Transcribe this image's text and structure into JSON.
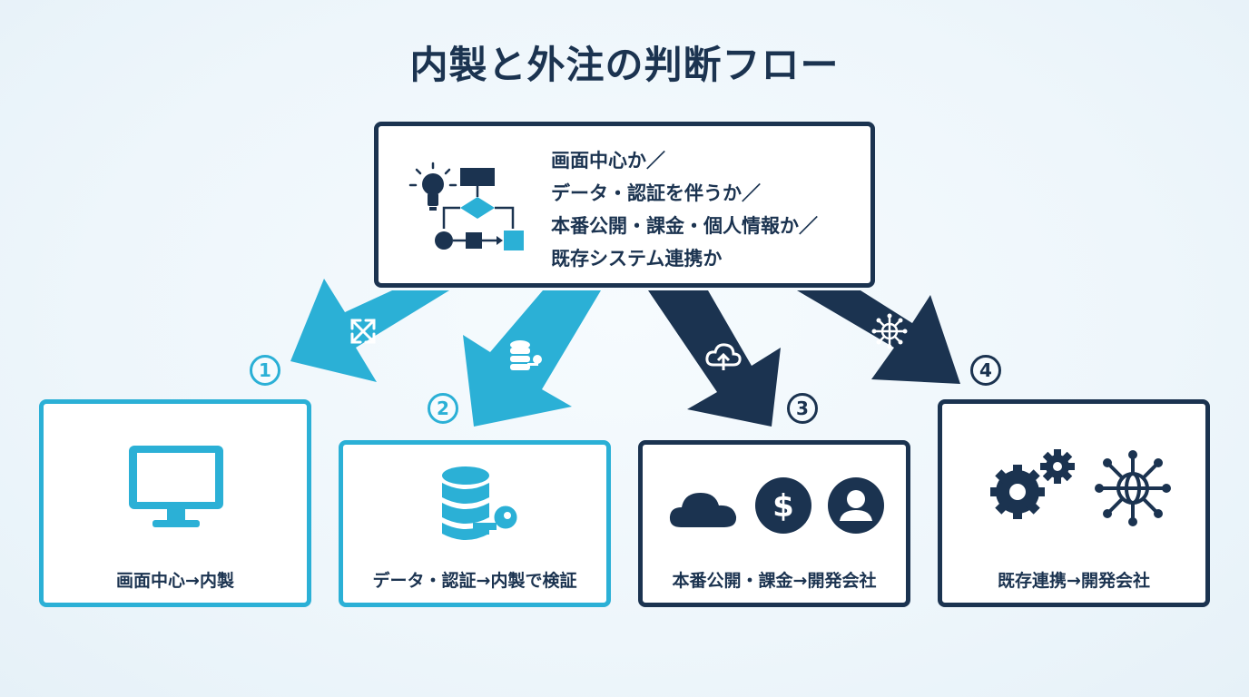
{
  "title": "内製と外注の判断フロー",
  "question": {
    "lines": [
      "画面中心か／",
      "データ・認証を伴うか／",
      "本番公開・課金・個人情報か／",
      "既存システム連携か"
    ],
    "icon": "lightbulb-flowchart-icon"
  },
  "branches": [
    {
      "number": "1",
      "label": "画面中心→内製",
      "icon": "monitor-icon",
      "arrow_icon": "expand-arrows-icon",
      "color": "#2bb0d6"
    },
    {
      "number": "2",
      "label": "データ・認証→内製で検証",
      "icon": "database-key-icon",
      "arrow_icon": "database-key-icon",
      "color": "#2bb0d6"
    },
    {
      "number": "3",
      "label": "本番公開・課金→開発会社",
      "icon": "cloud-dollar-user-icon",
      "arrow_icon": "cloud-upload-icon",
      "color": "#1b3350"
    },
    {
      "number": "4",
      "label": "既存連携→開発会社",
      "icon": "gears-network-icon",
      "arrow_icon": "network-globe-icon",
      "color": "#1b3350"
    }
  ],
  "colors": {
    "navy": "#1b3350",
    "cyan": "#2bb0d6",
    "background": "#eef6fb"
  }
}
